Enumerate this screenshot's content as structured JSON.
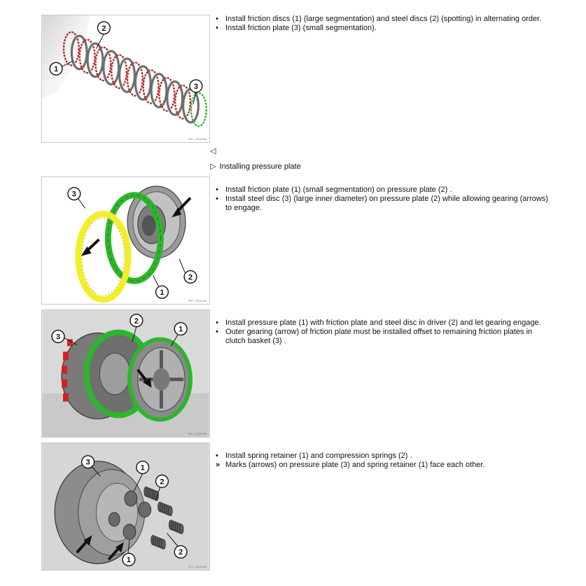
{
  "sections": [
    {
      "callouts": [
        "1",
        "2",
        "3"
      ],
      "figure_ref": "RE7_8210206",
      "bullets": [
        {
          "marker": "•",
          "text": "Install friction discs (1) (large segmentation) and steel discs (2) (spotting) in alternating order."
        },
        {
          "marker": "•",
          "text": "Install friction plate (3) (small segmentation)."
        }
      ]
    },
    {
      "callouts": [
        "3",
        "2",
        "1"
      ],
      "figure_ref": "RE7_8210146",
      "bullets": [
        {
          "marker": "•",
          "text": "Install friction plate (1) (small segmentation) on pressure plate (2) ."
        },
        {
          "marker": "•",
          "text": "Install steel disc (3) (large inner diameter) on pressure plate (2) while allowing gearing (arrows) to engage."
        }
      ]
    },
    {
      "callouts": [
        "3",
        "2",
        "1"
      ],
      "figure_ref": "RE7_8210208",
      "bullets": [
        {
          "marker": "•",
          "text": "Install pressure plate (1) with friction plate and steel disc in driver (2) and let gearing engage."
        },
        {
          "marker": "•",
          "text": "Outer gearing (arrow) of friction plate must be installed offset to remaining friction plates in clutch basket (3) ."
        }
      ]
    },
    {
      "callouts": [
        "3",
        "1",
        "2",
        "2",
        "1"
      ],
      "figure_ref": "RE7_8210209",
      "bullets": [
        {
          "marker": "•",
          "text": "Install spring retainer (1) and compression springs (2) ."
        },
        {
          "marker": "»",
          "text": "Marks (arrows) on pressure plate (3) and spring retainer (1) face each other."
        }
      ]
    }
  ],
  "nav": {
    "back_icon": "triangle-left-icon",
    "forward_icon": "triangle-right-icon",
    "back_glyph": "◁",
    "forward_glyph": "▷",
    "heading": "Installing pressure plate"
  },
  "colors": {
    "friction_red": "#b22a2a",
    "steel_grey": "#6e6e6e",
    "friction_green": "#2db52d",
    "steel_yellow": "#f2ef2a",
    "clutch_red": "#d62020"
  }
}
